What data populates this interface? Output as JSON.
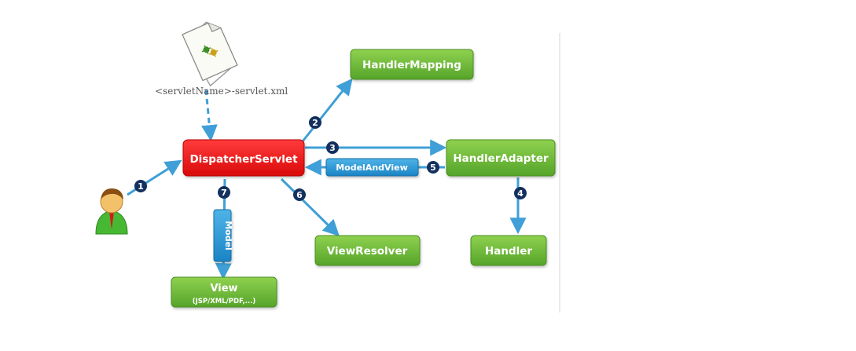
{
  "config_file": {
    "label": "<servletName>-servlet.xml"
  },
  "nodes": {
    "dispatcher": "DispatcherServlet",
    "handler_mapping": "HandlerMapping",
    "handler_adapter": "HandlerAdapter",
    "handler": "Handler",
    "view_resolver": "ViewResolver",
    "view": "View",
    "view_sub": "(JSP/XML/PDF,...)"
  },
  "data_labels": {
    "model_and_view": "ModelAndView",
    "model": "Model"
  },
  "steps": [
    "1",
    "2",
    "3",
    "4",
    "5",
    "6",
    "7"
  ],
  "colors": {
    "accent_red": "#ee1111",
    "box_green": "#6cbb35",
    "arrow_blue": "#3f9fd6",
    "label_blue": "#1f8fd0",
    "step_navy": "#13305e"
  },
  "icons": {
    "user": "user-icon",
    "document": "document-icon"
  }
}
